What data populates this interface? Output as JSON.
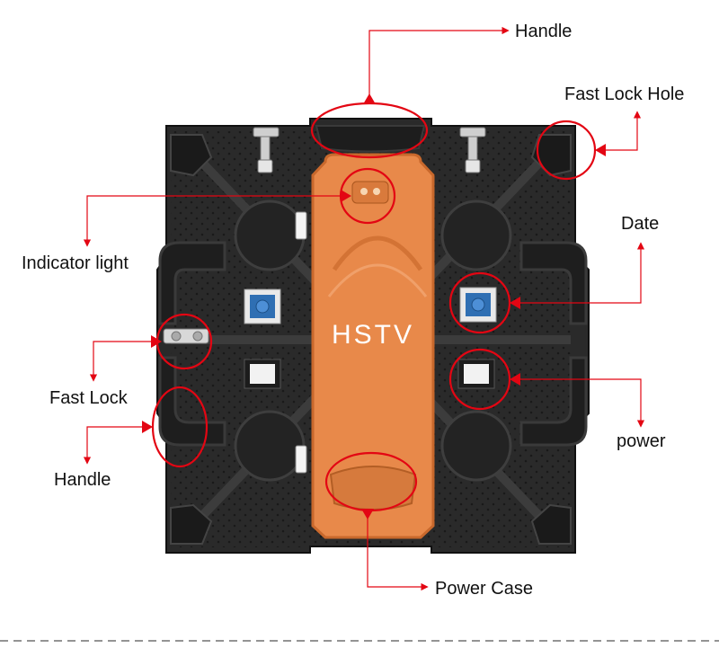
{
  "brand": "HSTV",
  "colors": {
    "callout": "#e30613",
    "cabinet": "#2a2a2a",
    "cabinet_dark": "#1b1b1b",
    "power_case": "#e8894a",
    "power_case_edge": "#c8682c",
    "connector_blue": "#2f6fb3",
    "background": "#ffffff"
  },
  "labels": {
    "handle_top": "Handle",
    "fast_lock_hole": "Fast Lock Hole",
    "date": "Date",
    "indicator_light": "Indicator light",
    "fast_lock": "Fast Lock",
    "power": "power",
    "handle_left": "Handle",
    "power_case": "Power Case"
  }
}
